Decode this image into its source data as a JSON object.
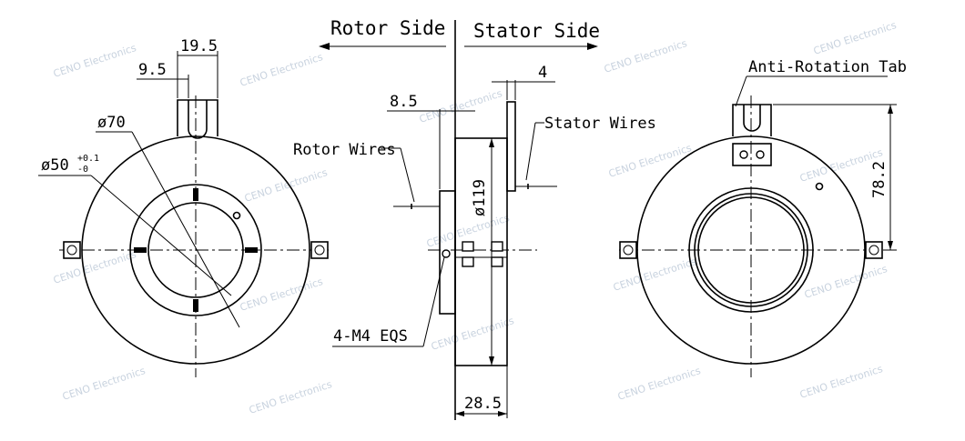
{
  "header": {
    "rotor_side": "Rotor Side",
    "stator_side": "Stator Side"
  },
  "front_view": {
    "dim_tab_width": "19.5",
    "dim_tab_offset": "9.5",
    "dim_od": "ø70",
    "dim_bore": "ø50",
    "dim_bore_tol_upper": "+0.1",
    "dim_bore_tol_lower": "-0"
  },
  "side_view": {
    "dim_rotor_protrusion": "8.5",
    "dim_tab_thickness": "4",
    "dim_diameter": "ø119",
    "dim_thickness": "28.5",
    "rotor_wires_label": "Rotor Wires",
    "stator_wires_label": "Stator Wires",
    "mount_label": "4-M4 EQS"
  },
  "back_view": {
    "anti_rotation_label": "Anti-Rotation Tab",
    "dim_tab_height": "78.2"
  },
  "watermark": "CENO Electronics"
}
